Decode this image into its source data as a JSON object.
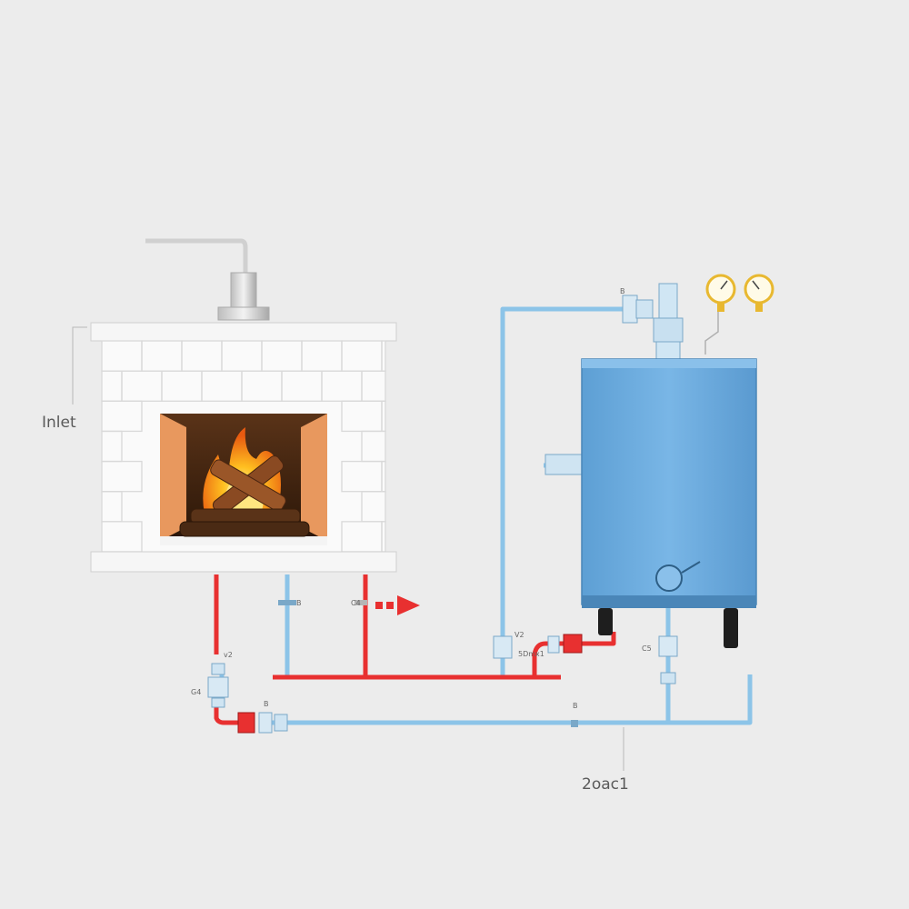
{
  "labels": {
    "inlet": "Inlet",
    "bottom": "2oac1"
  },
  "tags": {
    "t1": "v2",
    "t2": "G4",
    "t3": "B",
    "t4": "C4",
    "t5": "B",
    "t6": "V2",
    "t7": "5Dmx1",
    "t8": "C5",
    "t9": "B",
    "t10": "B"
  },
  "colors": {
    "background": "#ececec",
    "hot_pipe": "#e83030",
    "cold_pipe": "#8cc4e8",
    "tank": "#6aaee0",
    "brick": "#ffffff",
    "fire": "#ff9a1a"
  },
  "icons": [
    "fireplace-icon",
    "fire-icon",
    "logs-icon",
    "chimney-pipe-icon",
    "pressure-gauge-icon",
    "valve-icon",
    "flow-arrow-icon",
    "water-tank-icon"
  ]
}
